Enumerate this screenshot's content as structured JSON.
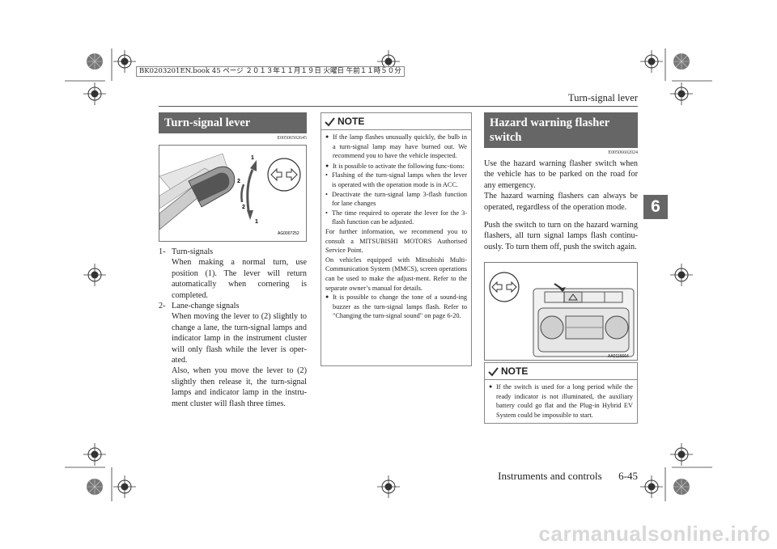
{
  "header": {
    "section_title": "Turn-signal lever",
    "tab_number": "6",
    "footer_text": "Instruments and controls",
    "page_number": "6-45",
    "print_stamp": "BK0203201EN.book  45 ページ  ２０１３年１１月１９日  火曜日  午前１１時５０分"
  },
  "left": {
    "heading": "Turn-signal lever",
    "code": "E00506502645",
    "figure_code": "AG0007252",
    "fig_labels": [
      "1",
      "2",
      "2",
      "1"
    ],
    "items": [
      {
        "num": "1-",
        "title": "Turn-signals",
        "text": "When making a normal turn, use position (1). The lever will return automatically when cornering is completed."
      },
      {
        "num": "2-",
        "title": "Lane-change signals",
        "text": "When moving the lever to (2) slightly to change a lane, the turn-signal lamps and indicator lamp in the instrument cluster will only flash while the lever is oper-ated.",
        "text2": "Also, when you move the lever to (2) slightly then release it, the turn-signal lamps and indicator lamp in the instru-ment cluster will flash three times."
      }
    ]
  },
  "middle": {
    "note_label": "NOTE",
    "b1": "If the lamp flashes unusually quickly, the bulb in a turn-signal lamp may have burned out. We recommend you to have the vehicle inspected.",
    "b2": "It is possible to activate the following func-tions:",
    "s1": "Flashing of the turn-signal lamps when the lever is operated with the operation mode is in ACC.",
    "s2": "Deactivate the turn-signal lamp 3-flash function for lane changes",
    "s3": "The time required to operate the lever for the 3-flash function can be adjusted.",
    "p1": "For further information, we recommend you to consult a MITSUBISHI MOTORS Authorised Service Point.",
    "p2": "On vehicles equipped with Mitsubishi Multi-Communication System (MMCS), screen operations can be used to make the adjust-ment. Refer to the separate owner’s manual for details.",
    "b3": "It is possible to change the tone of a sound-ing buzzer as the turn-signal lamps flash. Refer to \"Changing the turn-signal sound\" on page 6-20."
  },
  "right": {
    "heading_line1": "Hazard warning flasher",
    "heading_line2": "switch",
    "code": "E00506602024",
    "para1": "Use the hazard warning flasher switch when the vehicle has to be parked on the road for any emergency.",
    "para2": "The hazard warning flashers can always be operated, regardless of the operation mode.",
    "para3": "Push the switch to turn on the hazard warning flashers, all turn signal lamps flash continu-ously. To turn them off, push the switch again.",
    "figure_code": "AA0116664",
    "note_label": "NOTE",
    "note": "If the switch is used for a long period while the ready indicator is not illuminated, the auxiliary battery could go flat and the Plug-in Hybrid EV System could be impossible to start."
  },
  "watermark": "carmanualsonline.info"
}
